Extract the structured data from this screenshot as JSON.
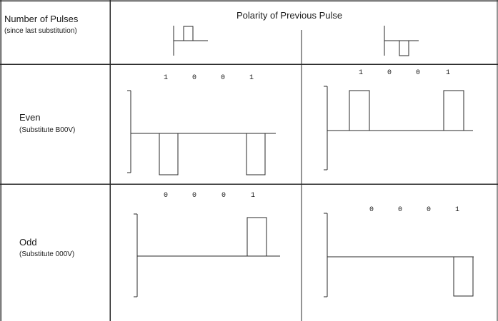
{
  "header": {
    "row_label_main": "Number of Pulses",
    "row_label_sub": "(since last substitution)",
    "column_title": "Polarity of Previous Pulse"
  },
  "rows": [
    {
      "label_main": "Even",
      "label_sub": "(Substitute B00V)",
      "cells": [
        {
          "bits": [
            "1",
            "0",
            "0",
            "1"
          ],
          "pulses": [
            -1,
            0,
            0,
            -1
          ]
        },
        {
          "bits": [
            "1",
            "0",
            "0",
            "1"
          ],
          "pulses": [
            1,
            0,
            0,
            1
          ]
        }
      ]
    },
    {
      "label_main": "Odd",
      "label_sub": "(Substitute 000V)",
      "cells": [
        {
          "bits": [
            "0",
            "0",
            "0",
            "1"
          ],
          "pulses": [
            0,
            0,
            0,
            1
          ]
        },
        {
          "bits": [
            "0",
            "0",
            "0",
            "1"
          ],
          "pulses": [
            0,
            0,
            0,
            -1
          ]
        }
      ]
    }
  ],
  "previous_pulse_polarity": [
    1,
    -1
  ],
  "colors": {
    "line": "#2a2a2a",
    "text": "#1a1a1a",
    "background": "#ffffff"
  }
}
